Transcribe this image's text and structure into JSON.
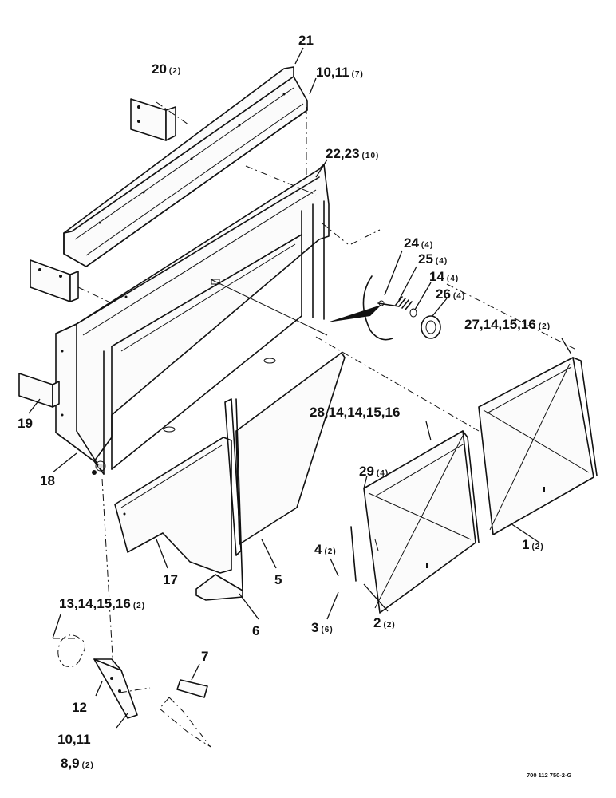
{
  "diagram_id": "700 112 750-2-G",
  "callouts": [
    {
      "id": "c21",
      "text": "21",
      "qty": ""
    },
    {
      "id": "c20",
      "text": "20",
      "qty": "(2)"
    },
    {
      "id": "c10_11_top",
      "text": "10,11",
      "qty": "(7)"
    },
    {
      "id": "c22_23",
      "text": "22,23",
      "qty": "(10)"
    },
    {
      "id": "c24",
      "text": "24",
      "qty": "(4)"
    },
    {
      "id": "c25",
      "text": "25",
      "qty": "(4)"
    },
    {
      "id": "c14",
      "text": "14",
      "qty": "(4)"
    },
    {
      "id": "c26",
      "text": "26",
      "qty": "(4)"
    },
    {
      "id": "c27",
      "text": "27,14,15,16",
      "qty": "(2)"
    },
    {
      "id": "c28",
      "text": "28,14,14,15,16",
      "qty": ""
    },
    {
      "id": "c29",
      "text": "29",
      "qty": "(4)"
    },
    {
      "id": "c19",
      "text": "19",
      "qty": ""
    },
    {
      "id": "c18",
      "text": "18",
      "qty": ""
    },
    {
      "id": "c17",
      "text": "17",
      "qty": ""
    },
    {
      "id": "c5",
      "text": "5",
      "qty": ""
    },
    {
      "id": "c6",
      "text": "6",
      "qty": ""
    },
    {
      "id": "c4",
      "text": "4",
      "qty": "(2)"
    },
    {
      "id": "c3",
      "text": "3",
      "qty": "(6)"
    },
    {
      "id": "c2",
      "text": "2",
      "qty": "(2)"
    },
    {
      "id": "c1",
      "text": "1",
      "qty": "(2)"
    },
    {
      "id": "c13",
      "text": "13,14,15,16",
      "qty": "(2)"
    },
    {
      "id": "c7",
      "text": "7",
      "qty": ""
    },
    {
      "id": "c12",
      "text": "12",
      "qty": ""
    },
    {
      "id": "c10_11_bot",
      "text": "10,11",
      "qty": ""
    },
    {
      "id": "c8_9",
      "text": "8,9",
      "qty": "(2)"
    }
  ]
}
